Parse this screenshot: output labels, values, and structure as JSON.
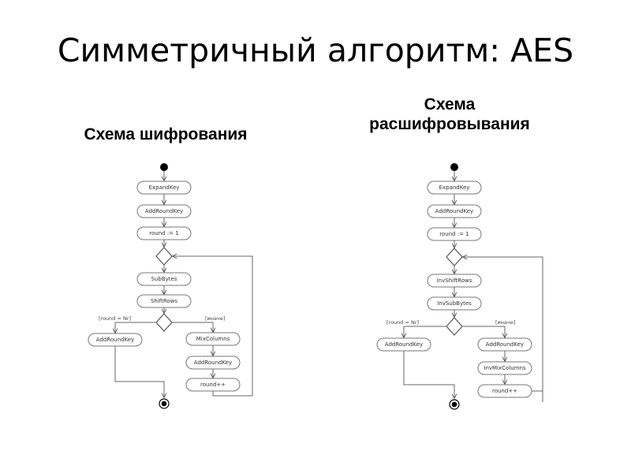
{
  "title": "Симметричный алгоритм: AES",
  "left": {
    "heading": "Схема шифрования",
    "nodes": {
      "expand": "ExpandKey",
      "addRound1": "AddRoundKey",
      "roundInit": "round := 1",
      "sub": "SubBytes",
      "shift": "ShiftRows",
      "addRoundFinal": "AddRoundKey",
      "mix": "MixColumns",
      "addRoundLoop": "AddRoundKey",
      "inc": "round++"
    },
    "guard_true": "[round = Nr]",
    "guard_else": "[иначе]"
  },
  "right": {
    "heading_line1": "Схема",
    "heading_line2": "расшифровывания",
    "nodes": {
      "expand": "ExpandKey",
      "addRound1": "AddRoundKey",
      "roundInit": "round := 1",
      "shift": "InvShiftRows",
      "sub": "InvSubBytes",
      "addRoundFinal": "AddRoundKey",
      "addRoundLoop": "AddRoundKey",
      "mix": "InvMixColumns",
      "inc": "round++"
    },
    "guard_true": "[round = Nr]",
    "guard_else": "[иначе]"
  }
}
